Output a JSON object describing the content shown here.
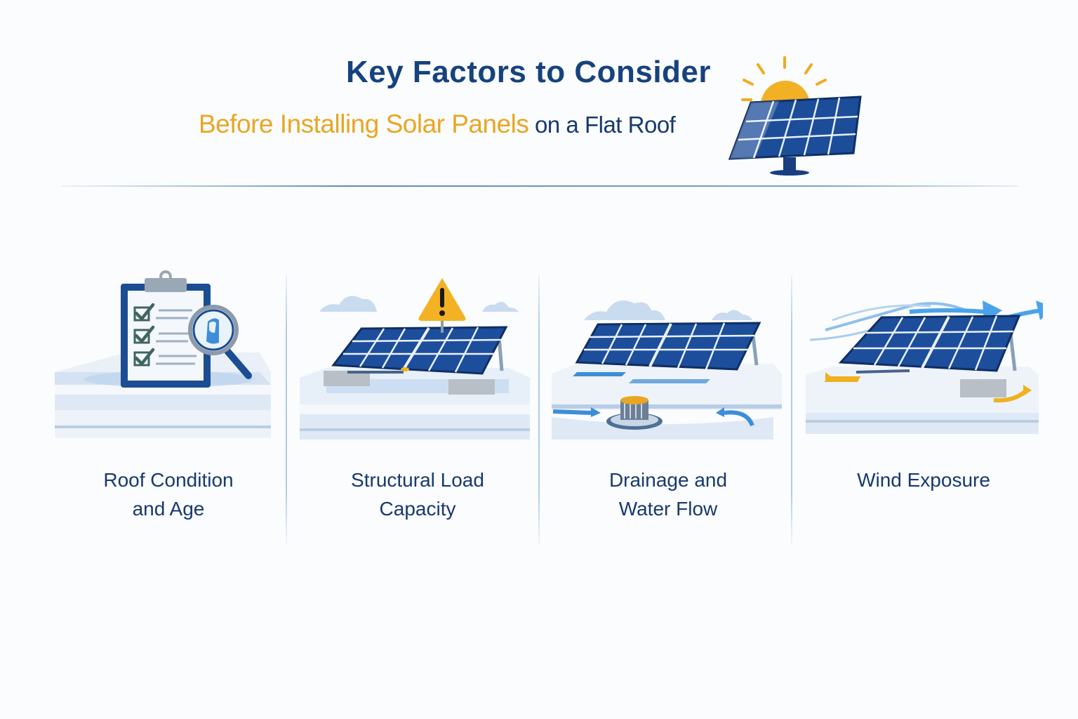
{
  "header": {
    "title": "Key Factors to Consider",
    "subtitle_highlight": "Before Installing Solar Panels",
    "subtitle_rest": " on a Flat Roof",
    "icon": "sun-solar-panel-icon"
  },
  "colors": {
    "title": "#16427e",
    "highlight": "#e8a623",
    "text": "#17396e",
    "panel_blue": "#1d4f9c",
    "roof": "#e6eef8",
    "accent_light_blue": "#4aa3e8",
    "warning": "#f2b323"
  },
  "factors": [
    {
      "label_line1": "Roof Condition",
      "label_line2": "and Age",
      "icon": "clipboard-checklist-magnifier-icon"
    },
    {
      "label_line1": "Structural Load",
      "label_line2": "Capacity",
      "icon": "warning-solar-panel-ballast-icon"
    },
    {
      "label_line1": "Drainage and",
      "label_line2": "Water Flow",
      "icon": "roof-drain-water-arrows-icon"
    },
    {
      "label_line1": "Wind Exposure",
      "label_line2": "",
      "icon": "wind-arrows-solar-panel-icon"
    }
  ]
}
